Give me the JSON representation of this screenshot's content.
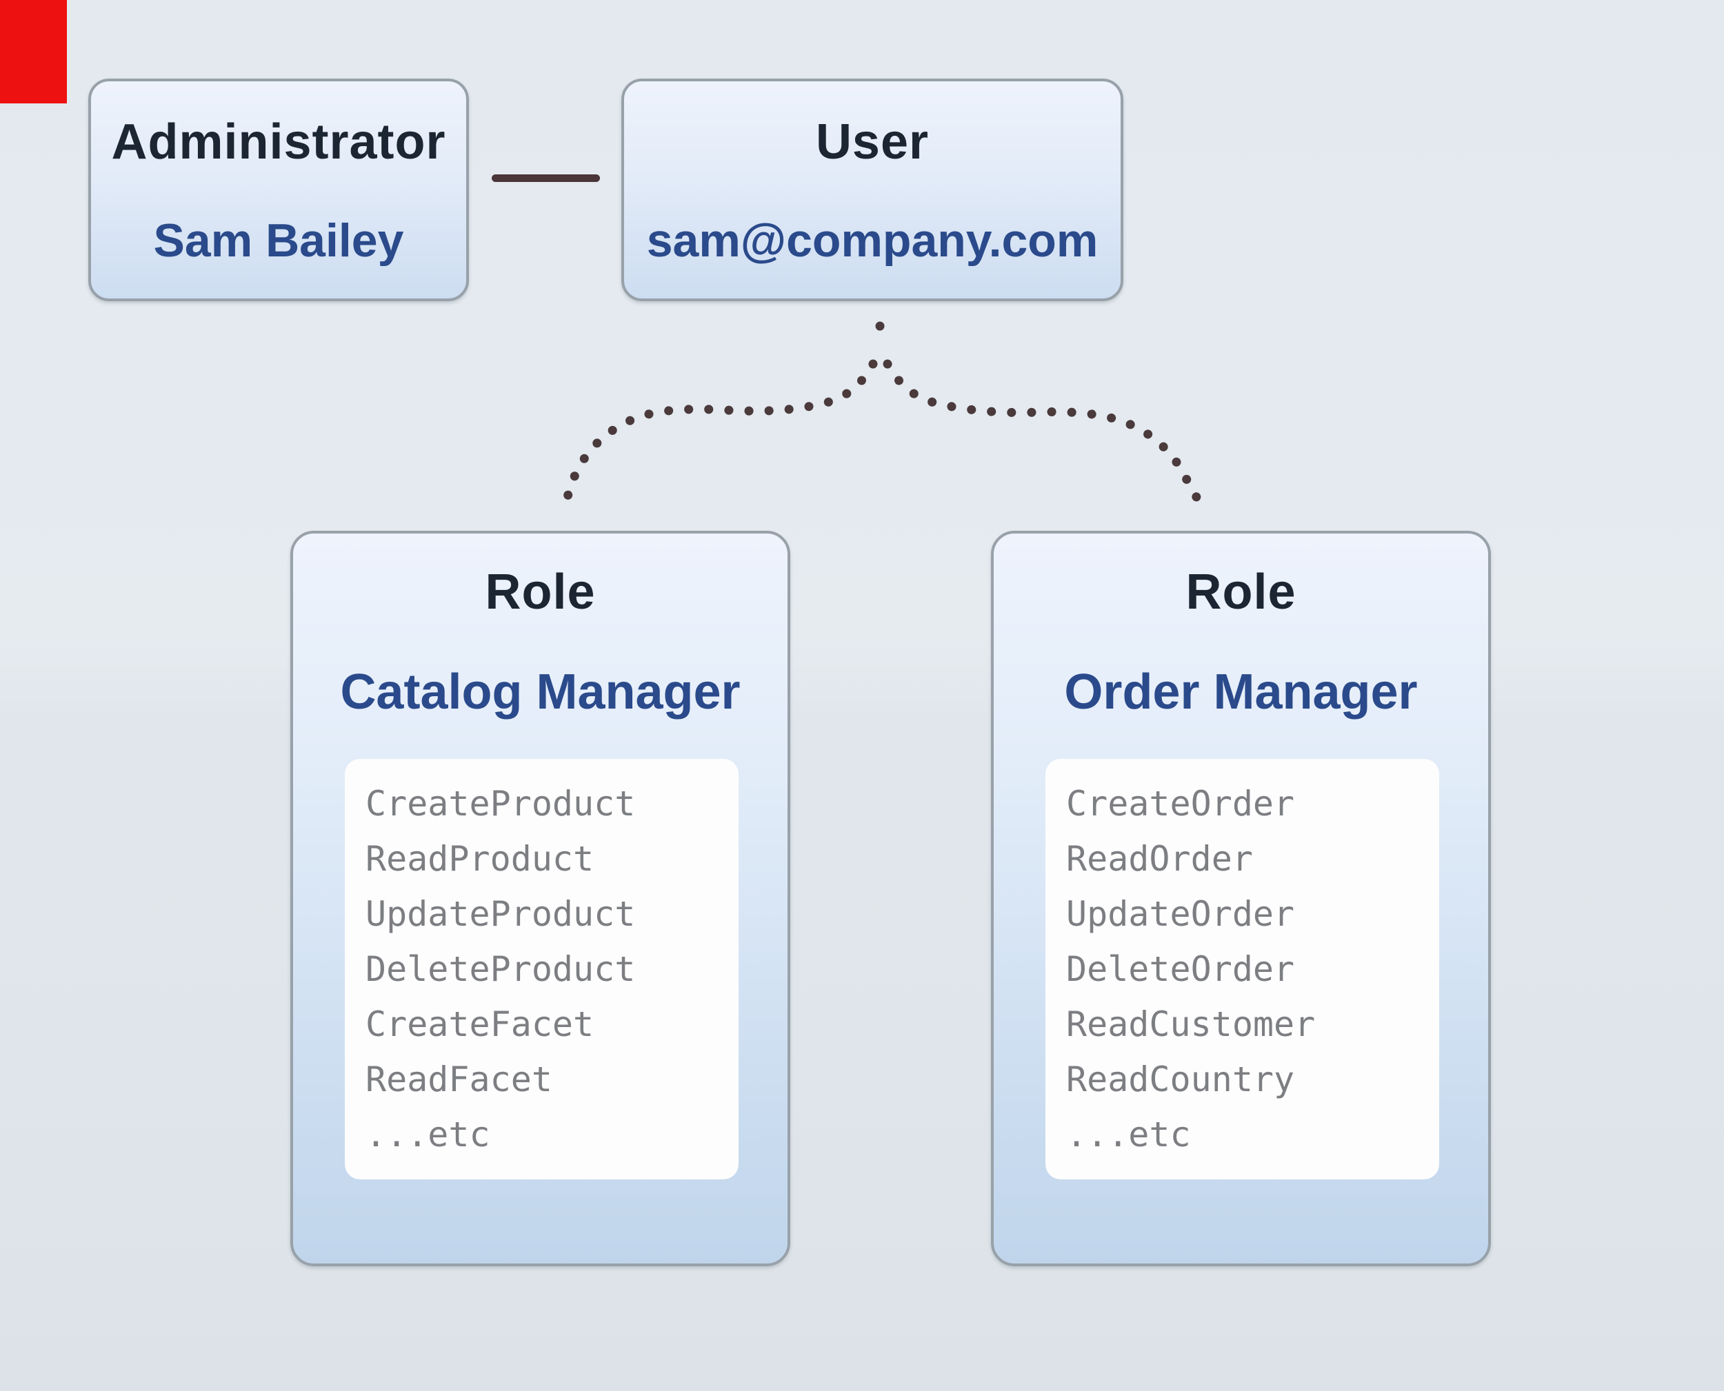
{
  "indicator": {
    "color": "#ee1111"
  },
  "colors": {
    "connector": "#4a3a3c",
    "accent_blue": "#2a4a8b",
    "title_dark": "#1c2532",
    "card_border": "#98a1a9",
    "permission_gray": "#7c7e81",
    "red_marker": "#ee1111"
  },
  "admin_box": {
    "title": "Administrator",
    "name": "Sam Bailey"
  },
  "user_box": {
    "title": "User",
    "email": "sam@company.com"
  },
  "roles": [
    {
      "title": "Role",
      "name": "Catalog Manager",
      "permissions": [
        "CreateProduct",
        "ReadProduct",
        "UpdateProduct",
        "DeleteProduct",
        "CreateFacet",
        "ReadFacet",
        "...etc"
      ]
    },
    {
      "title": "Role",
      "name": "Order Manager",
      "permissions": [
        "CreateOrder",
        "ReadOrder",
        "UpdateOrder",
        "DeleteOrder",
        "ReadCustomer",
        "ReadCountry",
        "...etc"
      ]
    }
  ]
}
